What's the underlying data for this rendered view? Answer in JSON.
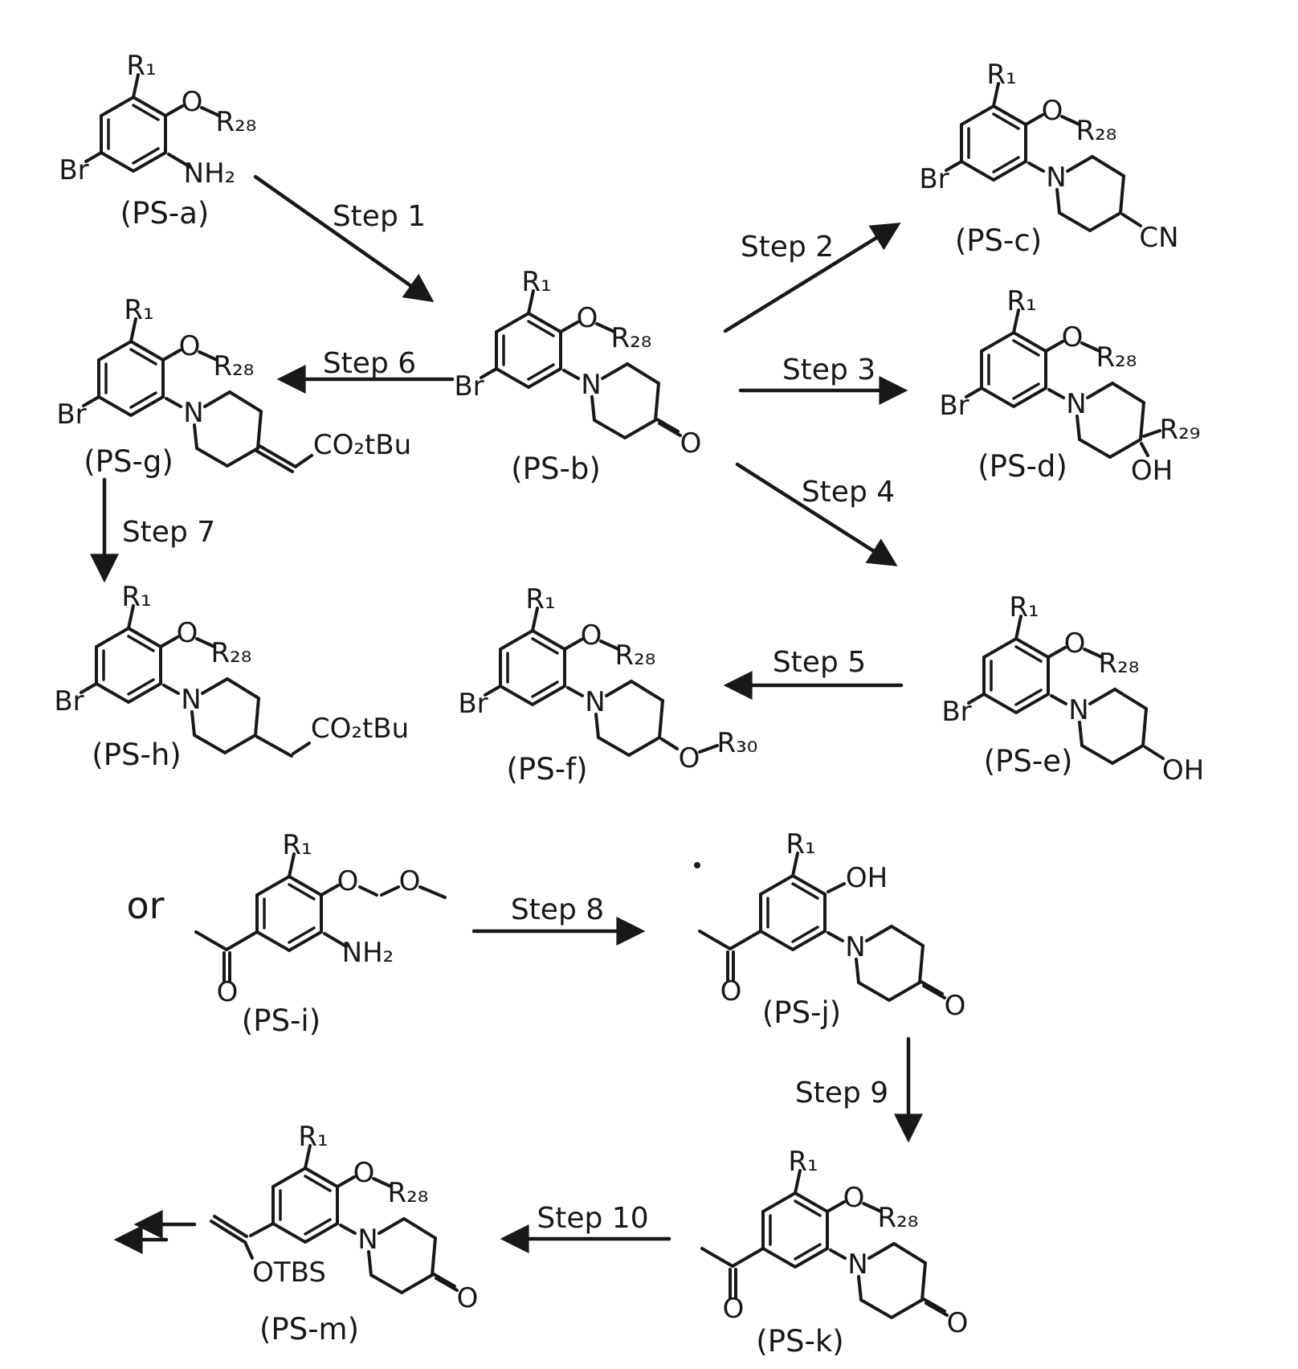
{
  "colors": {
    "ink": "#181818",
    "paper": "#ffffff"
  },
  "or_label": "or",
  "steps": [
    {
      "label": "Step 1"
    },
    {
      "label": "Step 2"
    },
    {
      "label": "Step 3"
    },
    {
      "label": "Step 4"
    },
    {
      "label": "Step 5"
    },
    {
      "label": "Step 6"
    },
    {
      "label": "Step 7"
    },
    {
      "label": "Step 8"
    },
    {
      "label": "Step 9"
    },
    {
      "label": "Step 10"
    }
  ],
  "compounds": {
    "a": {
      "label": "(PS-a)",
      "r1": "R₁",
      "o": "O",
      "r28": "R₂₈",
      "br": "Br",
      "nh2": "NH₂"
    },
    "b": {
      "label": "(PS-b)",
      "r1": "R₁",
      "o": "O",
      "r28": "R₂₈",
      "br": "Br",
      "n": "N",
      "ketone_o": "O"
    },
    "c": {
      "label": "(PS-c)",
      "r1": "R₁",
      "o": "O",
      "r28": "R₂₈",
      "br": "Br",
      "n": "N",
      "nitrile": "CN"
    },
    "d": {
      "label": "(PS-d)",
      "r1": "R₁",
      "o": "O",
      "r28": "R₂₈",
      "br": "Br",
      "n": "N",
      "r29": "R₂₉",
      "oh": "OH"
    },
    "e": {
      "label": "(PS-e)",
      "r1": "R₁",
      "o": "O",
      "r28": "R₂₈",
      "br": "Br",
      "n": "N",
      "oh": "OH"
    },
    "f": {
      "label": "(PS-f)",
      "r1": "R₁",
      "o": "O",
      "r28": "R₂₈",
      "br": "Br",
      "n": "N",
      "o2": "O",
      "r30": "R₃₀"
    },
    "g": {
      "label": "(PS-g)",
      "r1": "R₁",
      "o": "O",
      "r28": "R₂₈",
      "br": "Br",
      "n": "N",
      "ester": "CO₂tBu"
    },
    "h": {
      "label": "(PS-h)",
      "r1": "R₁",
      "o": "O",
      "r28": "R₂₈",
      "br": "Br",
      "n": "N",
      "ester": "CO₂tBu"
    },
    "i": {
      "label": "(PS-i)",
      "r1": "R₁",
      "o1": "O",
      "o2": "O",
      "nh2": "NH₂",
      "acetyl_o": "O"
    },
    "j": {
      "label": "(PS-j)",
      "r1": "R₁",
      "oh": "OH",
      "n": "N",
      "ketone_o": "O",
      "acetyl_o": "O"
    },
    "k": {
      "label": "(PS-k)",
      "r1": "R₁",
      "o": "O",
      "r28": "R₂₈",
      "n": "N",
      "ketone_o": "O",
      "acetyl_o": "O"
    },
    "m": {
      "label": "(PS-m)",
      "r1": "R₁",
      "o": "O",
      "r28": "R₂₈",
      "n": "N",
      "ketone_o": "O",
      "otbs": "OTBS"
    }
  }
}
